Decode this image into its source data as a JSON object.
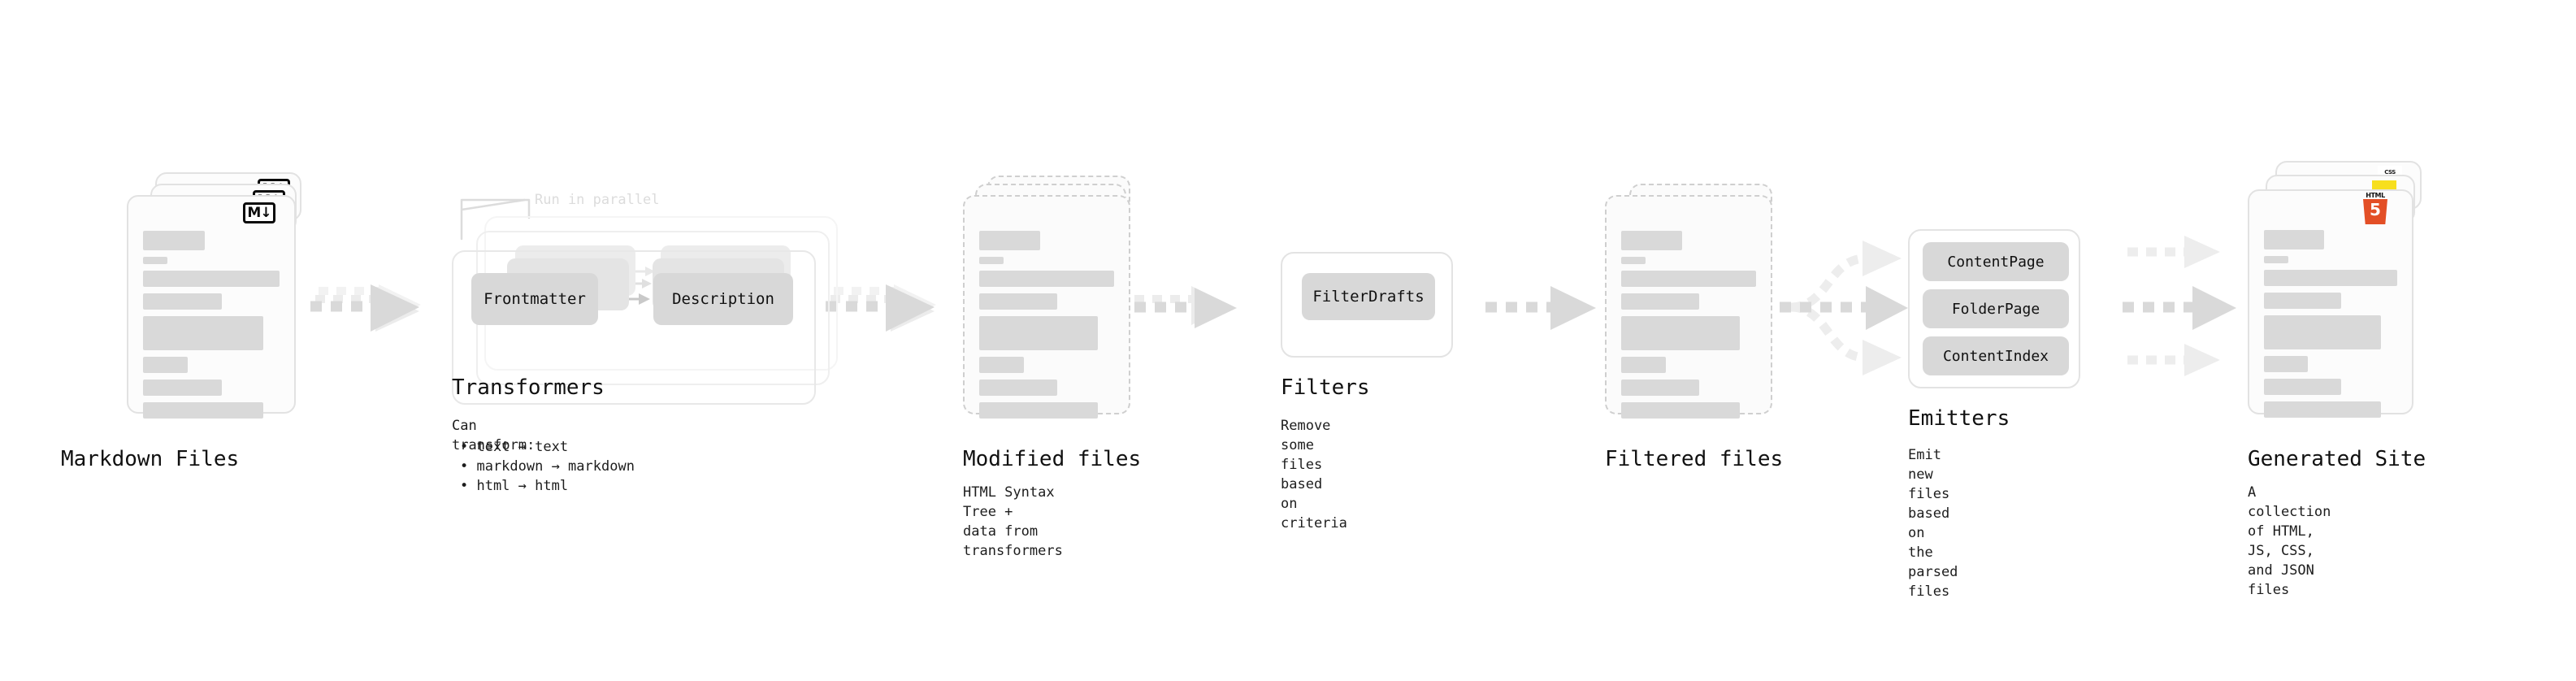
{
  "diagram": {
    "title_row_y": "labels",
    "stages": [
      {
        "id": "markdown-files",
        "title": "Markdown Files",
        "subtitle": "",
        "badge": "M↓",
        "badge_name": "markdown-badge"
      },
      {
        "id": "transformers",
        "title": "Transformers",
        "subtitle": "Can transform:",
        "annotation": "Run in parallel",
        "pills": [
          "Frontmatter",
          "Description"
        ],
        "bullets": [
          "• text → text",
          "• markdown → markdown",
          "• html → html"
        ]
      },
      {
        "id": "modified-files",
        "title": "Modified files",
        "subtitle": "HTML Syntax Tree +\ndata from transformers"
      },
      {
        "id": "filters",
        "title": "Filters",
        "subtitle": "Remove some files based\non criteria",
        "pills": [
          "FilterDrafts"
        ]
      },
      {
        "id": "filtered-files",
        "title": "Filtered files",
        "subtitle": ""
      },
      {
        "id": "emitters",
        "title": "Emitters",
        "subtitle": "Emit new files based on\nthe parsed files",
        "pills": [
          "ContentPage",
          "FolderPage",
          "ContentIndex"
        ]
      },
      {
        "id": "generated-site",
        "title": "Generated Site",
        "subtitle": "A collection of HTML,\nJS, CSS, and JSON files",
        "badges": [
          "CSS",
          "JS",
          "HTML5"
        ]
      }
    ],
    "colors": {
      "background": "#ffffff",
      "card_border": "#e2e2e2",
      "card_fill": "#fcfcfc",
      "skeleton": "#d9d9d9",
      "pill_fill": "#d8d8d8",
      "arrow": "#d6d6d6",
      "arrow_faded": "#ededed",
      "text": "#111111",
      "annotation": "#dcdcdc",
      "html5": "#e34f26",
      "js": "#f7df1e",
      "css": "#2965f1"
    }
  }
}
